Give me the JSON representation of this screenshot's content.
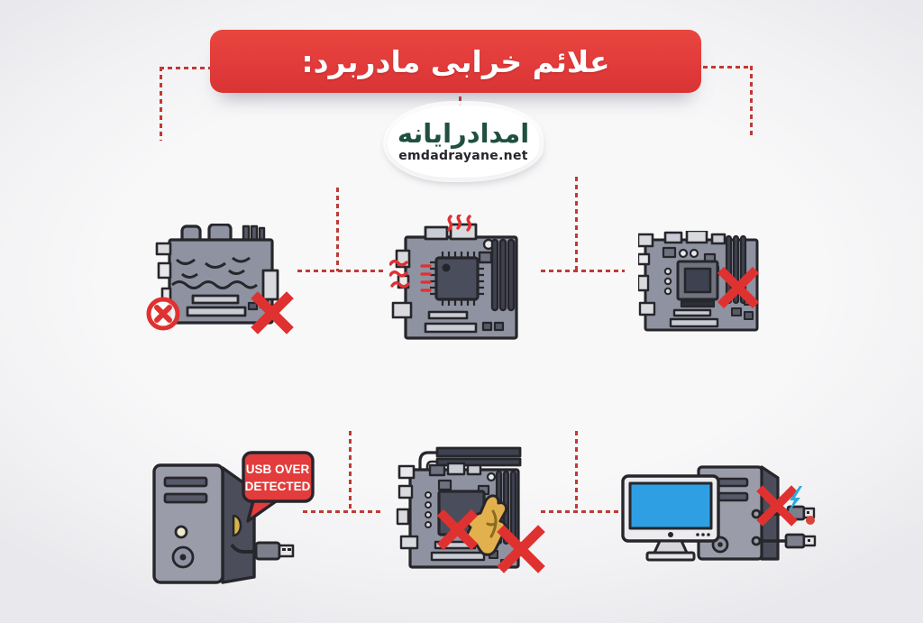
{
  "title": {
    "text": "علائم خرابی مادربرد:"
  },
  "logo": {
    "name": "امدادرایانه",
    "website": "emdadrayane.net"
  },
  "usb_bubble": {
    "line1": "USB OVER",
    "line2": "DETECTED"
  },
  "figures": [
    {
      "id": "motherboard-liquid-damage"
    },
    {
      "id": "motherboard-overheating"
    },
    {
      "id": "motherboard-ram-slot-failure"
    },
    {
      "id": "pc-tower-usb-error"
    },
    {
      "id": "motherboard-burn-damage"
    },
    {
      "id": "pc-power-connection-failure"
    }
  ],
  "icons": [
    "cross-icon",
    "circle-cross-icon",
    "heat-waves-icon",
    "speech-bubble-icon",
    "usb-plug-icon",
    "lightning-icon",
    "alert-dot-icon"
  ],
  "colors": {
    "background": "#f4f4f5",
    "banner_red": "#e23b3b",
    "dash_red": "#bf3a35",
    "mark_red": "#e03131",
    "bubble_red": "#e23c3c",
    "board_gray": "#8f92a0",
    "board_dark": "#4a4e5c",
    "outline_dark": "#26262b",
    "port_light": "#d9dade",
    "screen_blue": "#2e9fe3",
    "bolt_blue": "#29abe2",
    "damage_gold": "#e2b14e",
    "logo_green": "#20503f"
  }
}
